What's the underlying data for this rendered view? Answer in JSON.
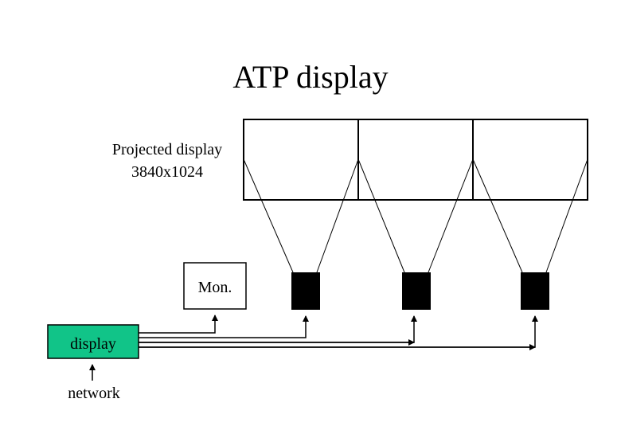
{
  "title": "ATP display",
  "projected_display": {
    "label_line1": "Projected display",
    "label_line2": "3840x1024"
  },
  "monitor": {
    "label": "Mon."
  },
  "display_box": {
    "label": "display",
    "fill": "#11c488"
  },
  "network": {
    "label": "network"
  }
}
